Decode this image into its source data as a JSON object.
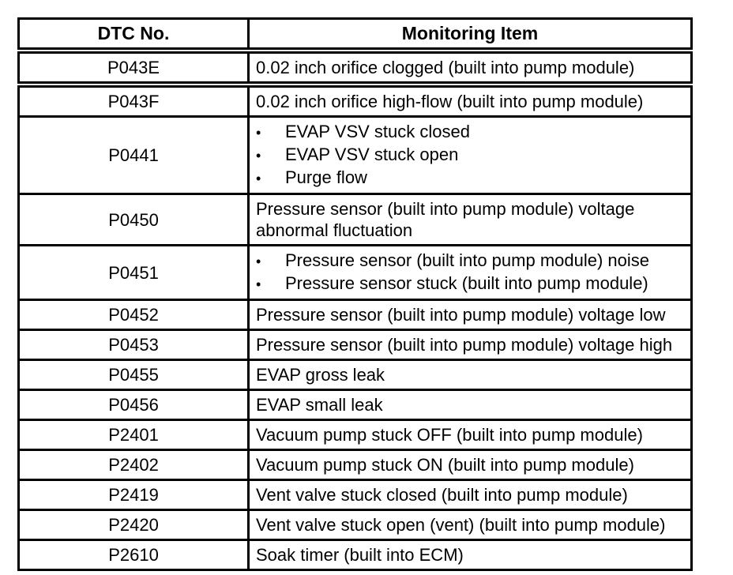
{
  "table": {
    "bullet_char": "•",
    "headers": [
      "DTC No.",
      "Monitoring Item"
    ],
    "rows": [
      {
        "dtc": "P043E",
        "bulleted": false,
        "items": [
          "0.02 inch orifice clogged (built into pump module)"
        ]
      },
      {
        "dtc": "P043F",
        "bulleted": false,
        "items": [
          "0.02 inch orifice high-flow (built into pump module)"
        ]
      },
      {
        "dtc": "P0441",
        "bulleted": true,
        "items": [
          "EVAP VSV stuck closed",
          "EVAP VSV stuck open",
          "Purge flow"
        ]
      },
      {
        "dtc": "P0450",
        "bulleted": false,
        "items": [
          "Pressure sensor (built into pump module) voltage abnormal fluctuation"
        ]
      },
      {
        "dtc": "P0451",
        "bulleted": true,
        "items": [
          "Pressure sensor (built into pump module) noise",
          "Pressure sensor stuck (built into pump module)"
        ]
      },
      {
        "dtc": "P0452",
        "bulleted": false,
        "items": [
          "Pressure sensor (built into pump module) voltage low"
        ]
      },
      {
        "dtc": "P0453",
        "bulleted": false,
        "items": [
          "Pressure sensor (built into pump module) voltage high"
        ]
      },
      {
        "dtc": "P0455",
        "bulleted": false,
        "items": [
          "EVAP gross leak"
        ]
      },
      {
        "dtc": "P0456",
        "bulleted": false,
        "items": [
          "EVAP small leak"
        ]
      },
      {
        "dtc": "P2401",
        "bulleted": false,
        "items": [
          "Vacuum pump stuck OFF (built into pump module)"
        ]
      },
      {
        "dtc": "P2402",
        "bulleted": false,
        "items": [
          "Vacuum pump stuck ON (built into pump module)"
        ]
      },
      {
        "dtc": "P2419",
        "bulleted": false,
        "items": [
          "Vent valve stuck closed (built into pump module)"
        ]
      },
      {
        "dtc": "P2420",
        "bulleted": false,
        "items": [
          "Vent valve stuck open (vent) (built into pump module)"
        ]
      },
      {
        "dtc": "P2610",
        "bulleted": false,
        "items": [
          "Soak timer (built into ECM)"
        ]
      }
    ]
  }
}
